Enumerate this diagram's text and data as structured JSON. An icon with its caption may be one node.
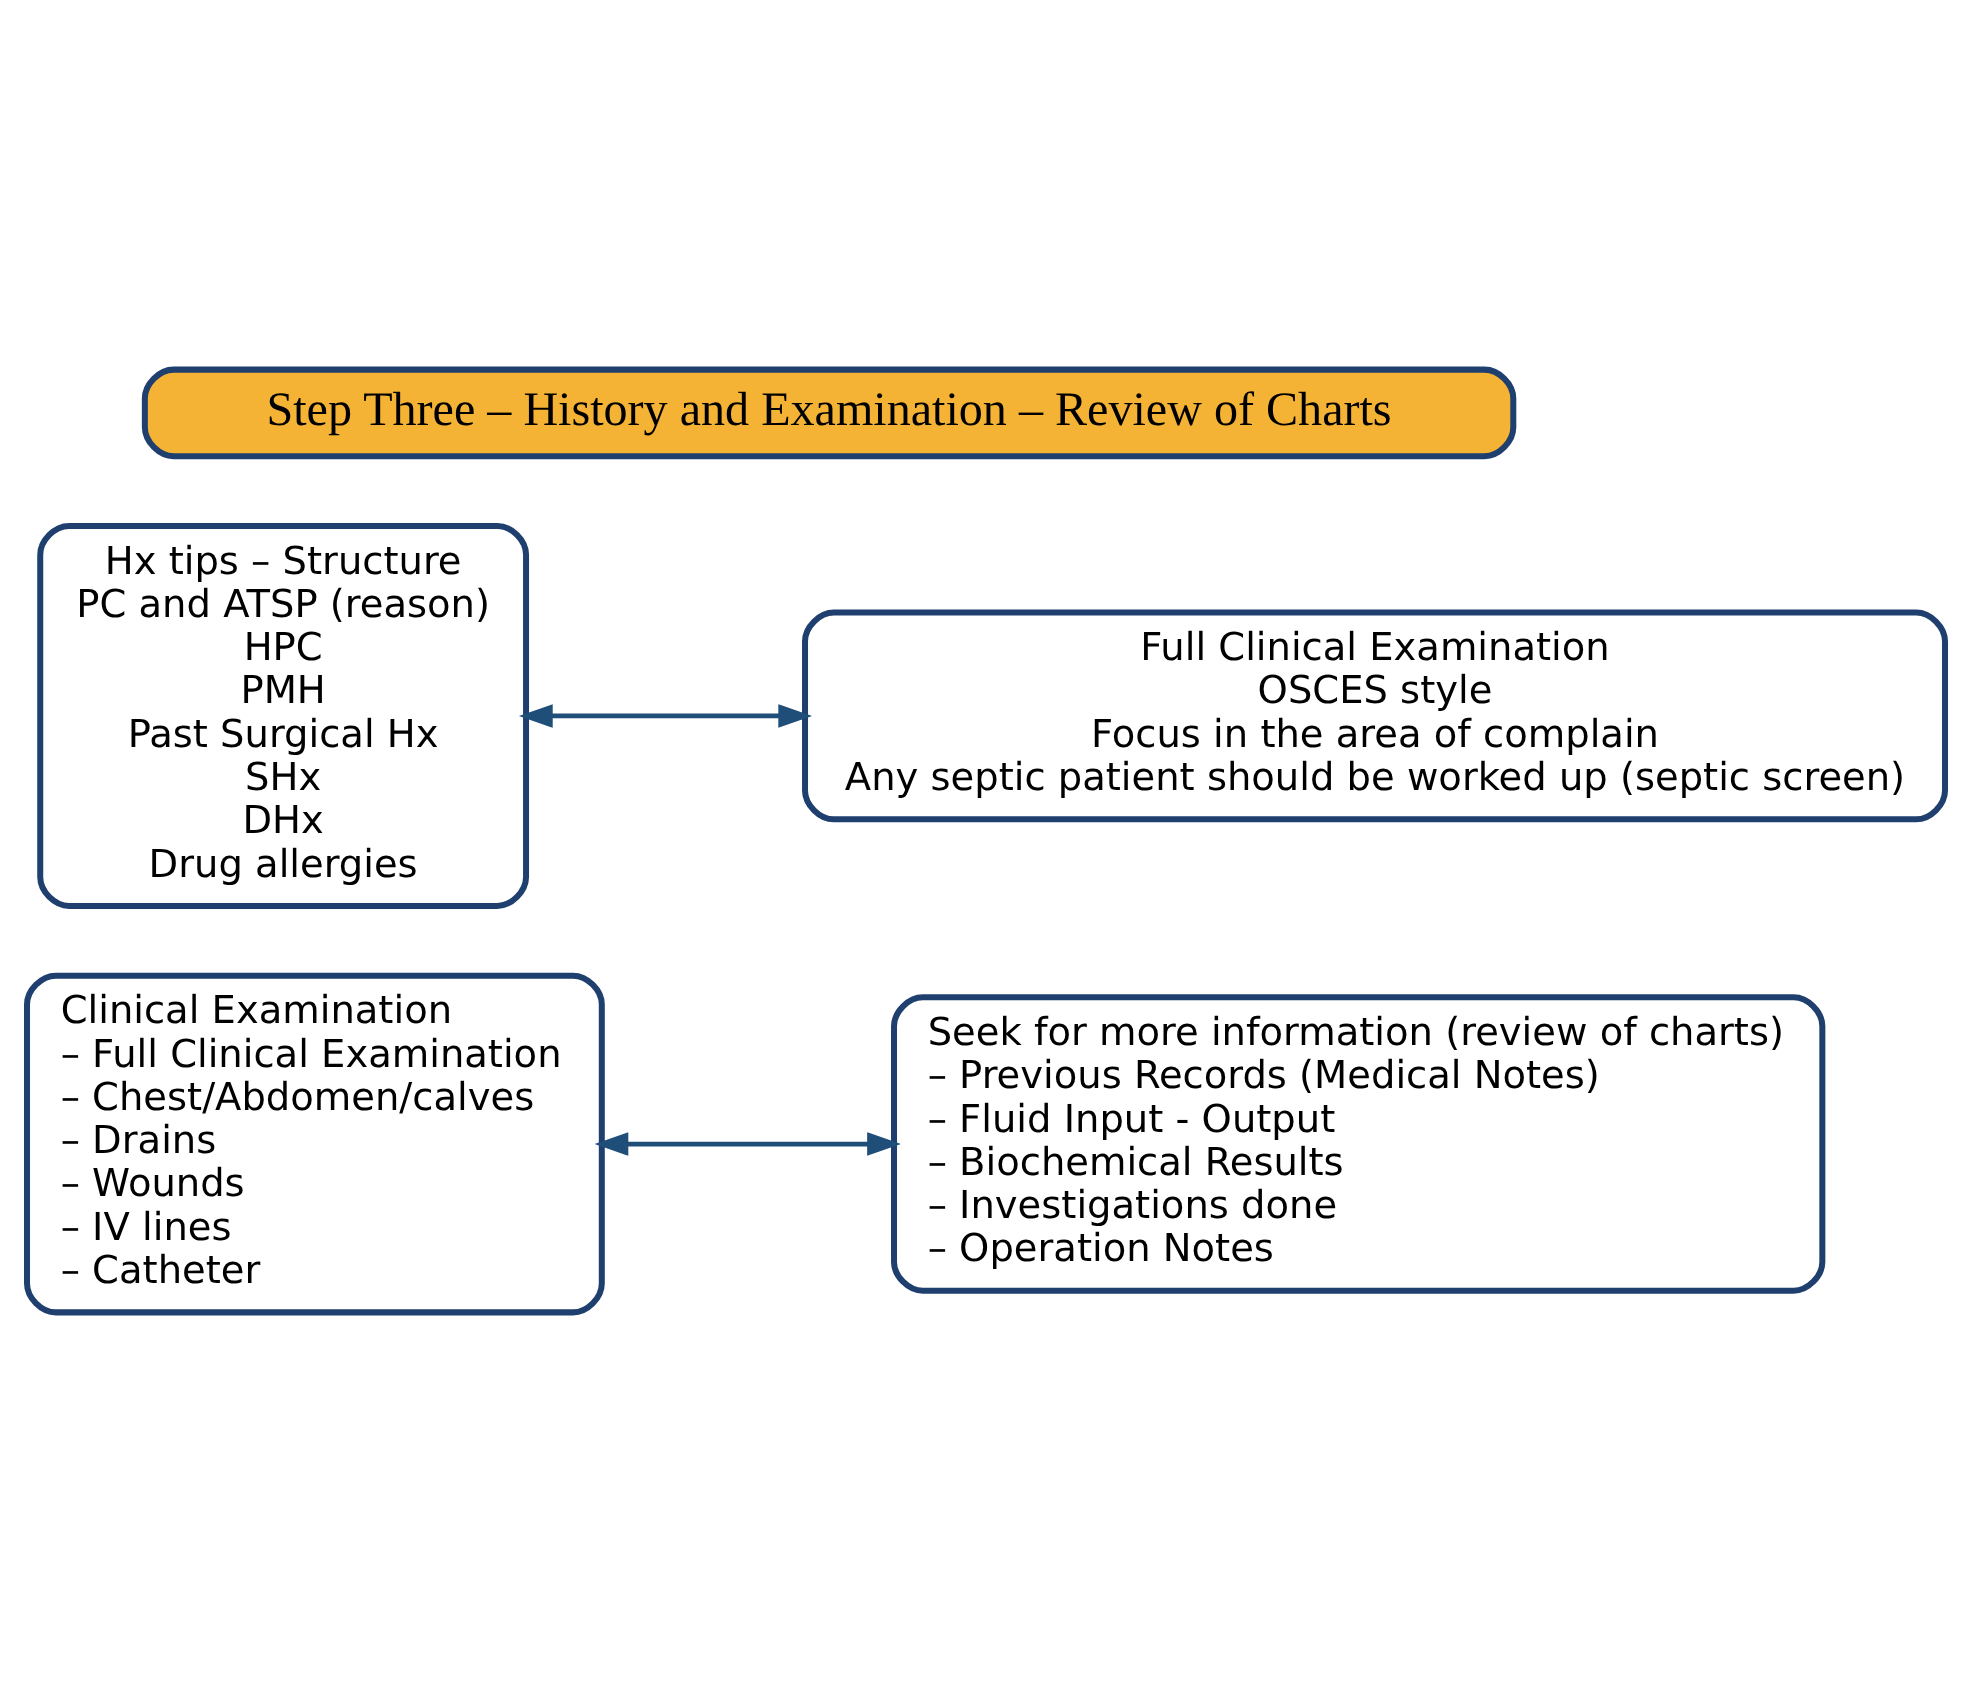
{
  "diagram": {
    "nodes": [
      {
        "text": [
          "Step Three – History and Examination – Review of Charts"
        ]
      },
      {
        "text": [
          "Hx tips – Structure",
          "PC and ATSP (reason)",
          "HPC",
          "PMH",
          "Past Surgical Hx",
          "SHx",
          "DHx",
          "Drug allergies"
        ]
      },
      {
        "text": [
          "Full Clinical Examination",
          "OSCES style",
          "Focus in the area of complain",
          "Any septic patient should be worked up (septic screen)"
        ]
      },
      {
        "text": [
          "Clinical Examination",
          "– Full Clinical Examination",
          "– Chest/Abdomen/calves",
          "– Drains",
          "– Wounds",
          "– IV lines",
          "– Catheter"
        ]
      },
      {
        "text": [
          "Seek for more information (review of charts)",
          "– Previous Records (Medical Notes)",
          "– Fluid Input - Output",
          "– Biochemical Results",
          "– Investigations done",
          "– Operation Notes"
        ]
      }
    ],
    "edges": [
      {
        "from": 1,
        "to": 2,
        "arrow": "both"
      },
      {
        "from": 3,
        "to": 4,
        "arrow": "both"
      }
    ]
  }
}
